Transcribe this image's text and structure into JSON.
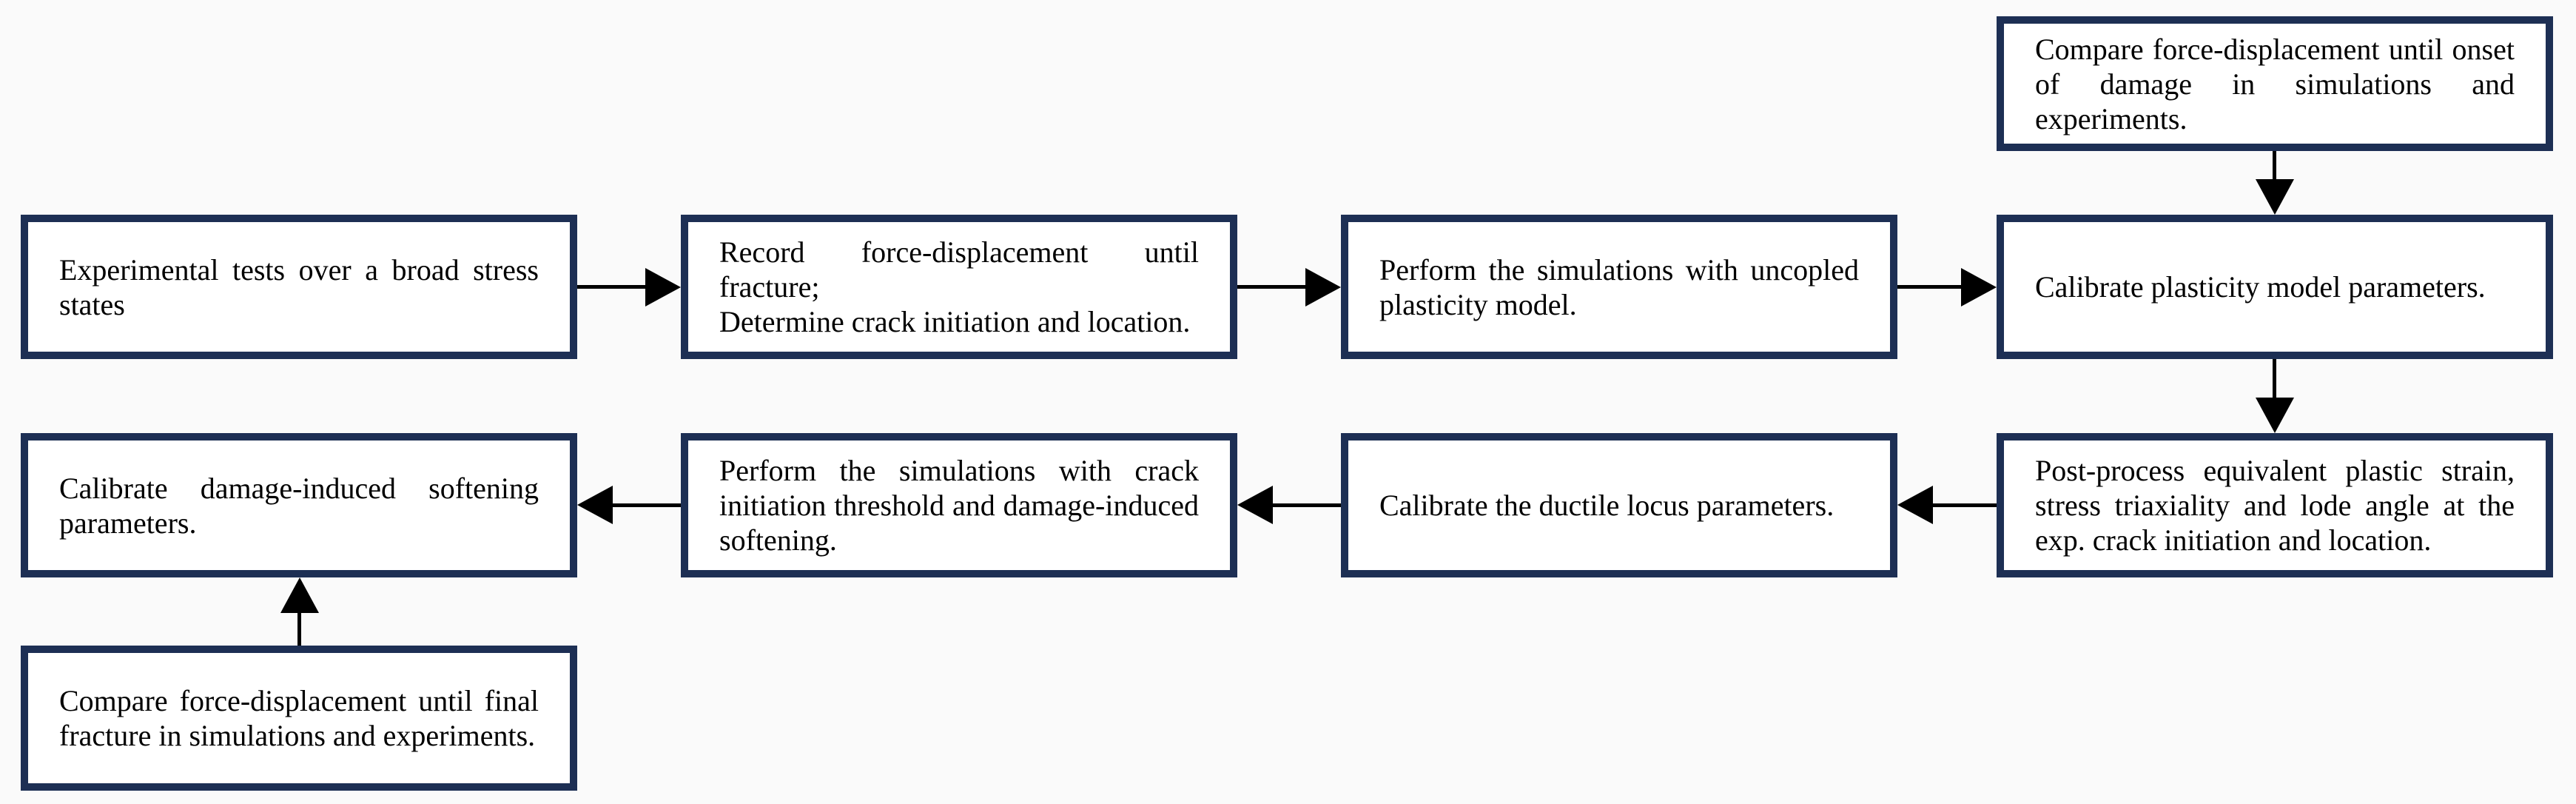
{
  "diagram": {
    "type": "flowchart",
    "colors": {
      "box_border": "#1d2f54",
      "box_fill": "#ffffff",
      "arrow": "#000000",
      "text": "#000000",
      "background": "#fafafa"
    },
    "nodes": {
      "experimental_tests": {
        "lines": [
          "Experimental tests over a broad stress states"
        ]
      },
      "record_force": {
        "lines": [
          "Record force-displacement until fracture;",
          "Determine crack initiation and location."
        ]
      },
      "uncoupled_simulations": {
        "lines": [
          "Perform the simulations with uncopled plasticity model."
        ]
      },
      "calibrate_plasticity": {
        "lines": [
          "Calibrate plasticity model parameters."
        ]
      },
      "compare_onset": {
        "lines": [
          "Compare force-displacement until onset of damage in simulations and experiments."
        ]
      },
      "post_process": {
        "lines": [
          "Post-process equivalent plastic strain, stress triaxiality and lode angle at the exp. crack initiation and location."
        ]
      },
      "calibrate_ductile_locus": {
        "lines": [
          "Calibrate the ductile locus parameters."
        ]
      },
      "coupled_simulations": {
        "lines": [
          "Perform the simulations with crack initiation threshold and damage-induced softening."
        ]
      },
      "calibrate_softening": {
        "lines": [
          "Calibrate damage-induced softening parameters."
        ]
      },
      "compare_final": {
        "lines": [
          "Compare force-displacement until final fracture in simulations and experiments."
        ]
      }
    },
    "edges": [
      {
        "from": "experimental_tests",
        "to": "record_force",
        "direction": "right"
      },
      {
        "from": "record_force",
        "to": "uncoupled_simulations",
        "direction": "right"
      },
      {
        "from": "uncoupled_simulations",
        "to": "calibrate_plasticity",
        "direction": "right"
      },
      {
        "from": "compare_onset",
        "to": "calibrate_plasticity",
        "direction": "down"
      },
      {
        "from": "calibrate_plasticity",
        "to": "post_process",
        "direction": "down"
      },
      {
        "from": "post_process",
        "to": "calibrate_ductile_locus",
        "direction": "left"
      },
      {
        "from": "calibrate_ductile_locus",
        "to": "coupled_simulations",
        "direction": "left"
      },
      {
        "from": "coupled_simulations",
        "to": "calibrate_softening",
        "direction": "left"
      },
      {
        "from": "compare_final",
        "to": "calibrate_softening",
        "direction": "up"
      }
    ]
  }
}
